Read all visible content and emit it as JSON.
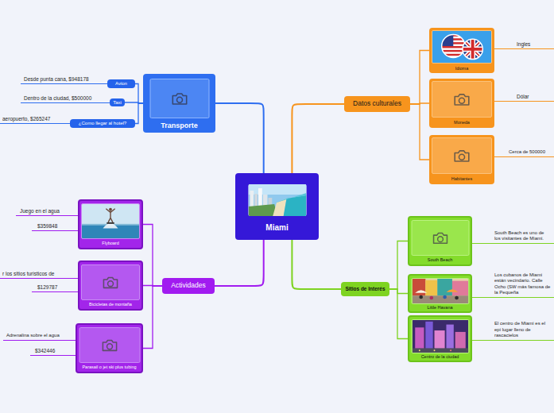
{
  "diagram": {
    "nodes": [
      {
        "text": [
          "Miami"
        ]
      },
      {
        "text": [
          "Transporte"
        ]
      },
      {
        "text": [
          "Avion"
        ]
      },
      {
        "text": [
          "Taxi"
        ]
      },
      {
        "text": [
          "¿Como llegar al hotel?"
        ]
      },
      {
        "text": [
          "Datos culturales"
        ]
      },
      {
        "text": [
          "Idioma"
        ]
      },
      {
        "text": [
          "Moneda"
        ]
      },
      {
        "text": [
          "Habitantes"
        ]
      },
      {
        "text": [
          "Actividades"
        ]
      },
      {
        "text": [
          "Flyboard"
        ]
      },
      {
        "text": [
          "Bicicletas de montaña"
        ]
      },
      {
        "text": [
          "Parasail o jet ski plus tubing"
        ]
      },
      {
        "text": [
          "Sitios de Interés"
        ]
      },
      {
        "text": [
          "South Beach"
        ]
      },
      {
        "text": [
          "Little Havana"
        ]
      },
      {
        "text": [
          "Centro de la ciudad"
        ]
      }
    ],
    "edges": [
      {
        "from": 0,
        "to": 1,
        "arrow": "none"
      },
      {
        "from": 0,
        "to": 5,
        "arrow": "none"
      },
      {
        "from": 0,
        "to": 9,
        "arrow": "none"
      },
      {
        "from": 0,
        "to": 13,
        "arrow": "none"
      },
      {
        "from": 1,
        "to": 2,
        "arrow": "none"
      },
      {
        "from": 1,
        "to": 3,
        "arrow": "none"
      },
      {
        "from": 1,
        "to": 4,
        "arrow": "none"
      },
      {
        "from": 5,
        "to": 6,
        "arrow": "none"
      },
      {
        "from": 5,
        "to": 7,
        "arrow": "none"
      },
      {
        "from": 5,
        "to": 8,
        "arrow": "none"
      },
      {
        "from": 9,
        "to": 10,
        "arrow": "none"
      },
      {
        "from": 9,
        "to": 11,
        "arrow": "none"
      },
      {
        "from": 9,
        "to": 12,
        "arrow": "none"
      },
      {
        "from": 13,
        "to": 14,
        "arrow": "none"
      },
      {
        "from": 13,
        "to": 15,
        "arrow": "none"
      },
      {
        "from": 13,
        "to": 16,
        "arrow": "none"
      }
    ],
    "labels": [
      "Desde punta cana, $948178",
      "Dentro de la ciudad, $500000",
      "aeropuerto, $265247",
      "Ingles",
      "Dólar",
      "Cerca de 500000",
      "Juego en el agua",
      "$359848",
      "r los sitios turisticos de",
      "$129787",
      "Adrenalina sobre el agua",
      "$342446",
      "South Beach es uno de los visitantes de Miami.",
      "Los cubanos de Miami están vecindario. Calle Ocho (SW más famosa de la Pequeña",
      "El centro de Miami es el epi lugar lleno de rascacielos"
    ]
  }
}
